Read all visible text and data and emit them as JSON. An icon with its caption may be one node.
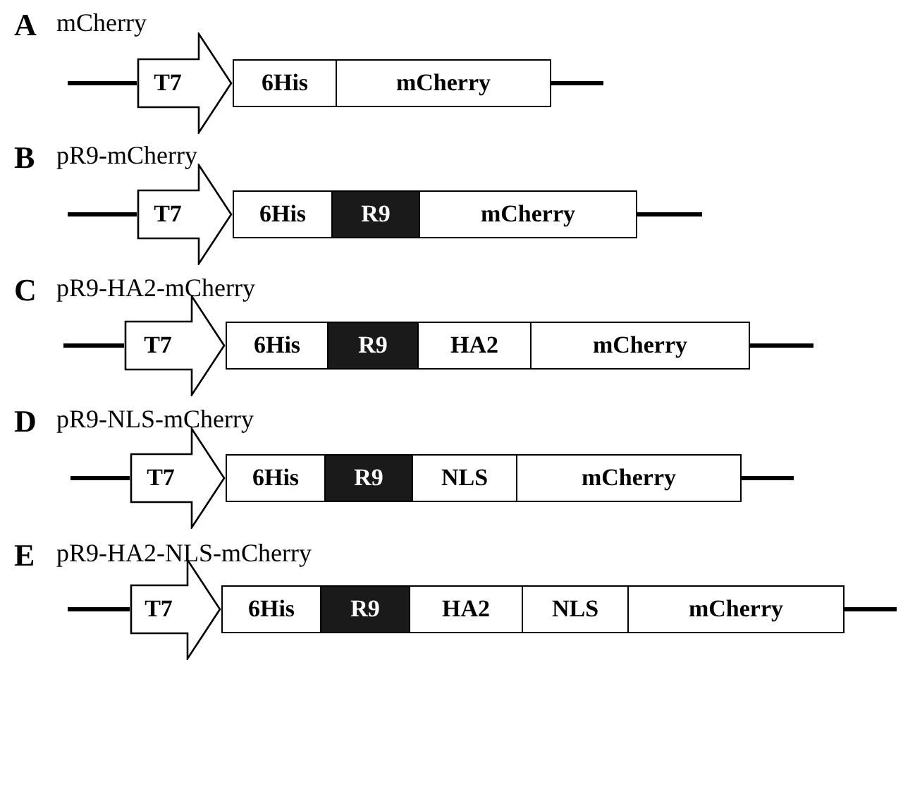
{
  "diagram": {
    "nodes": [
      {
        "text": [
          "T7"
        ]
      },
      {
        "text": [
          "6His"
        ]
      },
      {
        "text": [
          "mCherry"
        ]
      },
      {
        "text": [
          "T7"
        ]
      },
      {
        "text": [
          "6His"
        ]
      },
      {
        "text": [
          "R9"
        ]
      },
      {
        "text": [
          "mCherry"
        ]
      },
      {
        "text": [
          "T7"
        ]
      },
      {
        "text": [
          "6His"
        ]
      },
      {
        "text": [
          "R9"
        ]
      },
      {
        "text": [
          "HA2"
        ]
      },
      {
        "text": [
          "mCherry"
        ]
      },
      {
        "text": [
          "T7"
        ]
      },
      {
        "text": [
          "6His"
        ]
      },
      {
        "text": [
          "R9"
        ]
      },
      {
        "text": [
          "NLS"
        ]
      },
      {
        "text": [
          "mCherry"
        ]
      },
      {
        "text": [
          "T7"
        ]
      },
      {
        "text": [
          "6His"
        ]
      },
      {
        "text": [
          "R9"
        ]
      },
      {
        "text": [
          "HA2"
        ]
      },
      {
        "text": [
          "NLS"
        ]
      },
      {
        "text": [
          "mCherry"
        ]
      }
    ],
    "labels": [
      "A",
      "mCherry",
      "B",
      "pR9-mCherry",
      "C",
      "pR9-HA2-mCherry",
      "D",
      "pR9-NLS-mCherry",
      "E",
      "pR9-HA2-NLS-mCherry"
    ]
  }
}
